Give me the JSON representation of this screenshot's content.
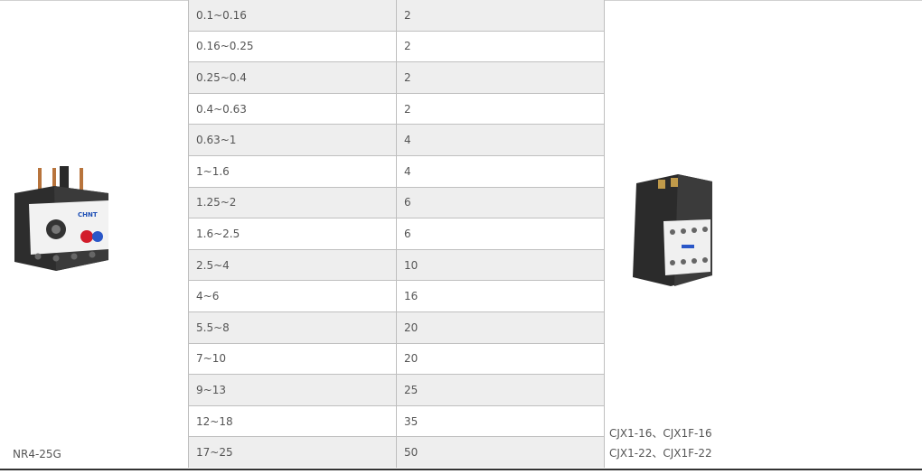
{
  "product": {
    "model": "NR4-25G",
    "image": "thermal-overload-relay",
    "brand_mark": "CHNT"
  },
  "table": {
    "rows": [
      {
        "range": "0.1~0.16",
        "fuse": "2"
      },
      {
        "range": "0.16~0.25",
        "fuse": "2"
      },
      {
        "range": "0.25~0.4",
        "fuse": "2"
      },
      {
        "range": "0.4~0.63",
        "fuse": "2"
      },
      {
        "range": "0.63~1",
        "fuse": "4"
      },
      {
        "range": "1~1.6",
        "fuse": "4"
      },
      {
        "range": "1.25~2",
        "fuse": "6"
      },
      {
        "range": "1.6~2.5",
        "fuse": "6"
      },
      {
        "range": "2.5~4",
        "fuse": "10"
      },
      {
        "range": "4~6",
        "fuse": "16"
      },
      {
        "range": "5.5~8",
        "fuse": "20"
      },
      {
        "range": "7~10",
        "fuse": "20"
      },
      {
        "range": "9~13",
        "fuse": "25"
      },
      {
        "range": "12~18",
        "fuse": "35"
      },
      {
        "range": "17~25",
        "fuse": "50"
      }
    ]
  },
  "compatible": {
    "image": "ac-contactor",
    "line1": "CJX1-16、CJX1F-16",
    "line2": "CJX1-22、CJX1F-22"
  },
  "colors": {
    "stripe": "#eeeeee",
    "border": "#bfbfbf",
    "text": "#555555"
  }
}
